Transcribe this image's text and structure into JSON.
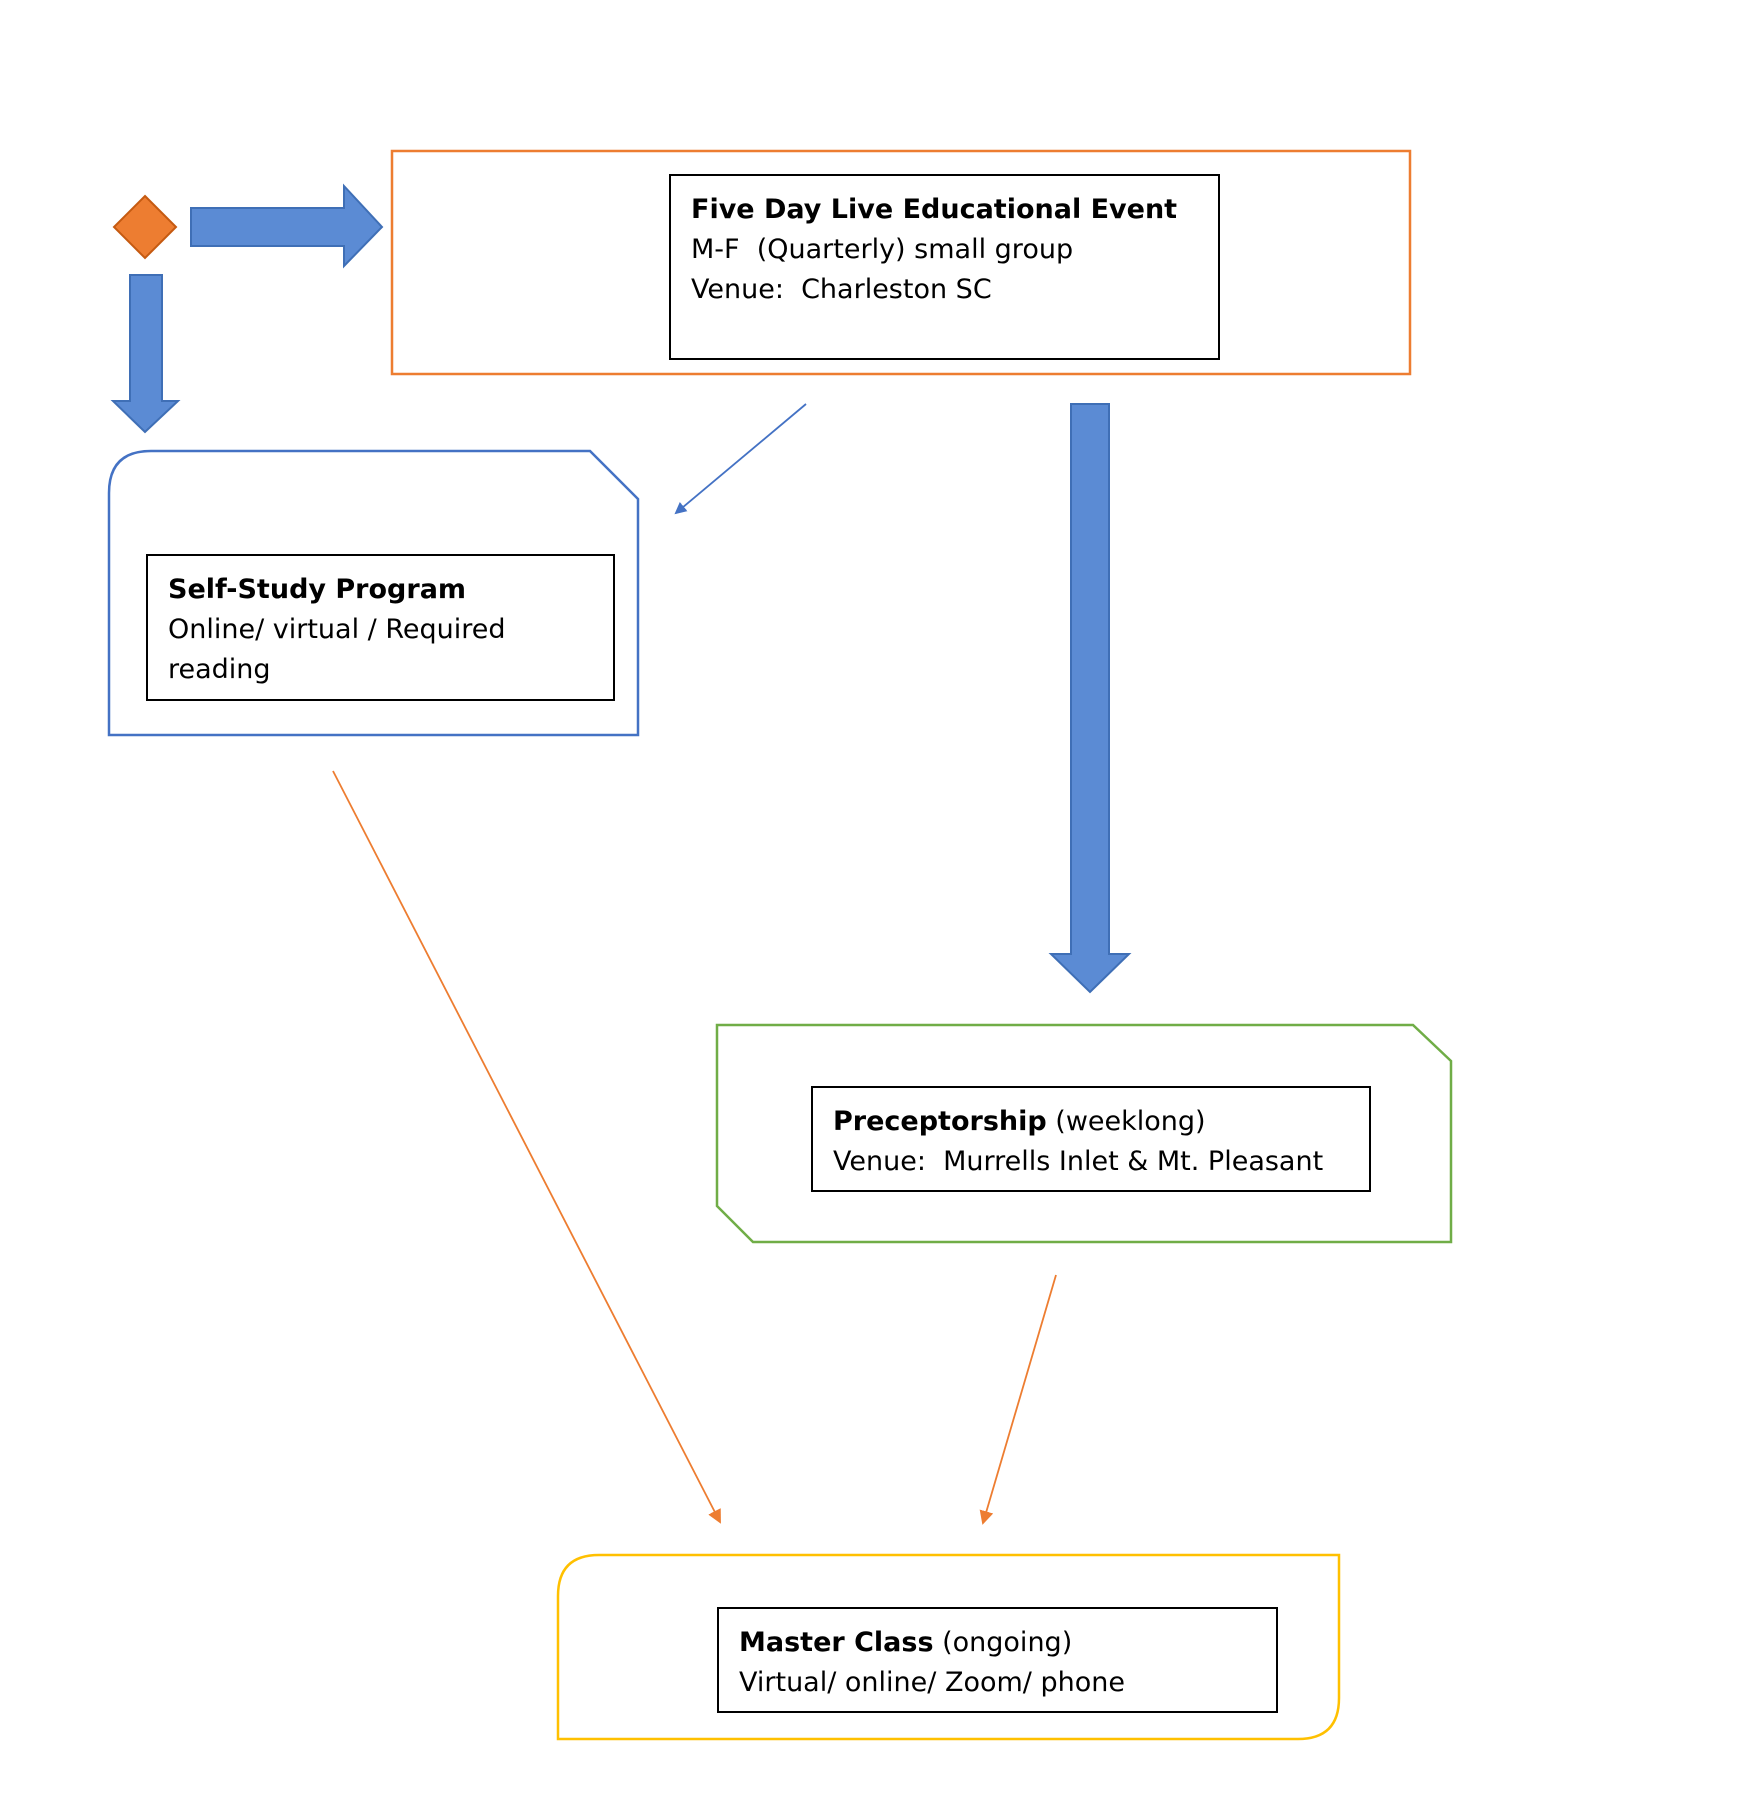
{
  "colors": {
    "orange": "#ED7D31",
    "blue": "#5B8BD4",
    "blue_stroke": "#4472C4",
    "green": "#70AD47",
    "gold": "#FFC000",
    "text": "#000000"
  },
  "nodes": {
    "five_day": {
      "title": "Five Day Live Educational Event",
      "line1": "M-F  (Quarterly) small group",
      "line2": "Venue:  Charleston SC"
    },
    "self_study": {
      "title": "Self-Study Program",
      "line1": "Online/ virtual / Required",
      "line2": "reading"
    },
    "preceptorship": {
      "title": "Preceptorship",
      "title_suffix": " (weeklong)",
      "line1": "Venue:  Murrells Inlet & Mt. Pleasant"
    },
    "master_class": {
      "title": "Master Class",
      "title_suffix": " (ongoing)",
      "line1": "Virtual/ online/ Zoom/ phone"
    }
  }
}
